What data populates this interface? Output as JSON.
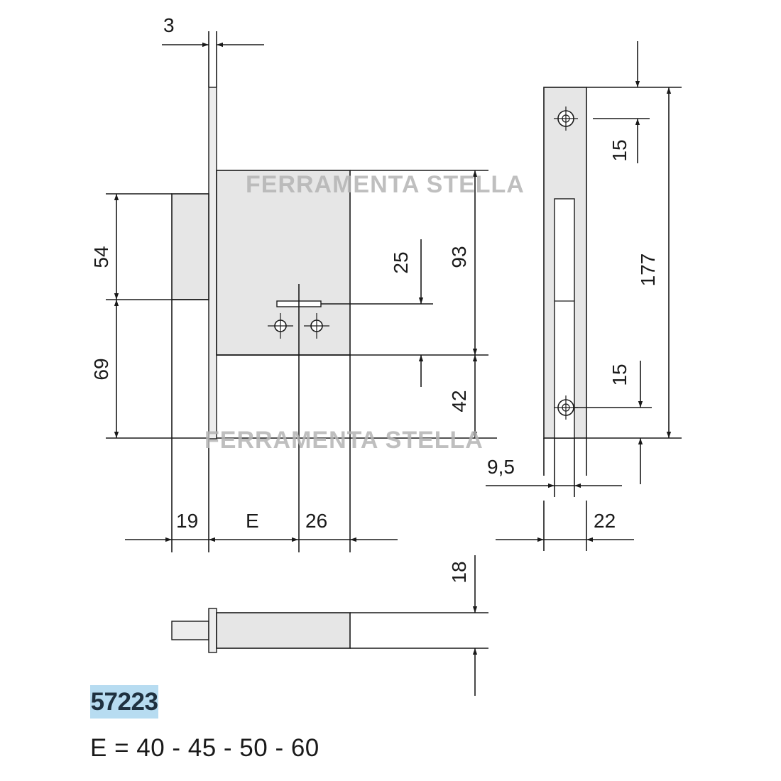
{
  "watermark": {
    "top": "FERRAMENTA  STELLA",
    "bottom": "FERRAMENTA  STELLA"
  },
  "dimensions": {
    "faceplate_thickness": "3",
    "backset_upper": "54",
    "backset_lower": "69",
    "spindle_offset": "25",
    "case_height": "93",
    "lower_offset": "42",
    "bolt_projection": "19",
    "backset": "E",
    "case_depth": "26",
    "strike_hole_top": "15",
    "strike_length": "177",
    "strike_hole_bottom": "15",
    "strike_slot_width": "9,5",
    "strike_width": "22",
    "bolt_height": "18"
  },
  "product": {
    "code": "57223",
    "backset_options": "E = 40 - 45 - 50 - 60"
  }
}
